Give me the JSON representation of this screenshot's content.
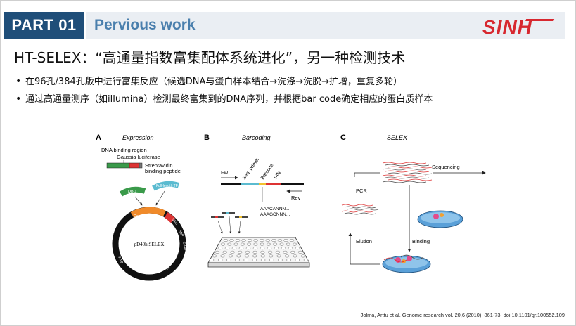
{
  "header": {
    "part_label": "PART 01",
    "section_title": "Pervious work",
    "logo_text": "SINH",
    "brand_color": "#1f4e79",
    "logo_color": "#d7282f"
  },
  "heading": "HT-SELEX：“高通量指数富集配体系统进化”，另一种检测技术",
  "bullets": [
    "在96孔/384孔版中进行富集反应（候选DNA与蛋白样本结合→洗涤→洗脱→扩增，重复多轮）",
    "通过高通量测序（如illumina）检测最终富集到的DNA序列，并根据bar code确定相应的蛋白质样本"
  ],
  "figure": {
    "panel_a": {
      "letter": "A",
      "title": "Expression",
      "label_dna": "DNA binding region",
      "label_gaussia": "Gaussia luciferase",
      "label_strep_1": "Streptavidin",
      "label_strep_2": "binding peptide",
      "dbd": "DBD",
      "full_length": "Full-length TF",
      "gateway": "Gateway_attR",
      "plasmid": "pD40htSELEX",
      "seg_left": "pCMV",
      "seg_right1": "Gluc",
      "seg_right2": "SBP",
      "seg_right3": "SV40",
      "seg_bottom_left": "Amp",
      "seg_bottom_right": "ori"
    },
    "panel_b": {
      "letter": "B",
      "title": "Barcoding",
      "fw": "Fw",
      "seq_primer": "Seq. primer",
      "barcode": "Barcode",
      "n14": "14N",
      "rev": "Rev",
      "seq1": "AAACANNN...",
      "seq2": "AAAGCNNN..."
    },
    "panel_c": {
      "letter": "C",
      "title": "SELEX",
      "sequencing": "Sequencing",
      "pcr": "PCR",
      "elution": "Elution",
      "binding": "Binding"
    }
  },
  "citation": "Jolma, Arttu et al. Genome research vol. 20,6 (2010): 861-73. doi:10.1101/gr.100552.109"
}
